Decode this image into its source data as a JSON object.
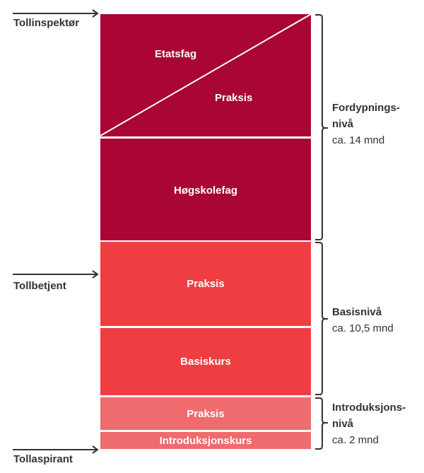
{
  "colors": {
    "deep": "#a90635",
    "basis": "#ee3e42",
    "intro": "#f06b6e",
    "text": "#333333"
  },
  "roles": {
    "top": "Tollinspektør",
    "middle": "Tollbetjent",
    "bottom": "Tollaspirant"
  },
  "blocks": {
    "etatsfag": "Etatsfag",
    "praksis_deep": "Praksis",
    "hogskolefag": "Høgskolefag",
    "praksis_basis": "Praksis",
    "basiskurs": "Basiskurs",
    "praksis_intro": "Praksis",
    "introkurs": "Introduksjonskurs"
  },
  "levels": [
    {
      "name_line1": "Fordypnings-",
      "name_line2": "nivå",
      "duration": "ca. 14 mnd"
    },
    {
      "name_line1": "Basisnivå",
      "name_line2": "",
      "duration": "ca. 10,5 mnd"
    },
    {
      "name_line1": "Introduksjons-",
      "name_line2": "nivå",
      "duration": "ca. 2 mnd"
    }
  ]
}
